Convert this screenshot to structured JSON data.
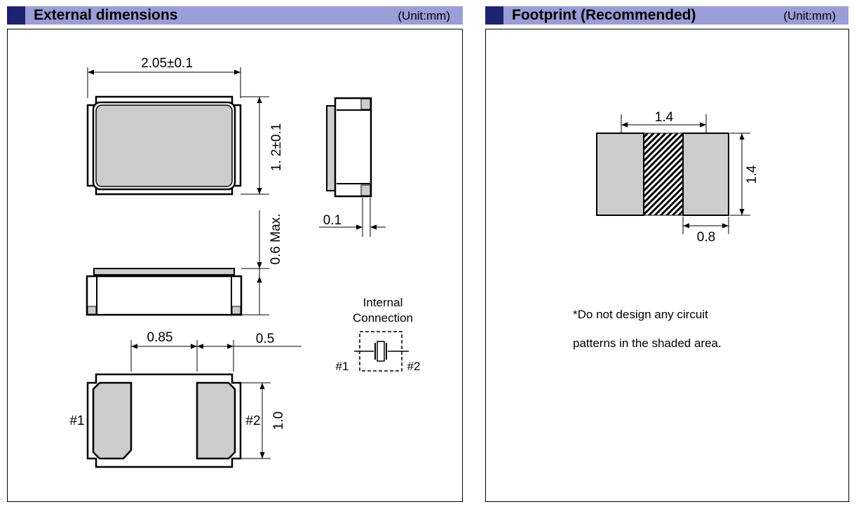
{
  "left": {
    "title": "External dimensions",
    "unit": "(Unit:mm)",
    "dims": {
      "length": "2.05±0.1",
      "width": "1. 2±0.1",
      "height": "0.6 Max.",
      "side_gap": "0.1",
      "pad_pitch": "0.85",
      "pad_width": "0.5",
      "pad_length": "1.0"
    },
    "pins": {
      "p1": "#1",
      "p2": "#2"
    },
    "internal": {
      "line1": "Internal",
      "line2": "Connection",
      "p1": "#1",
      "p2": "#2"
    }
  },
  "right": {
    "title": "Footprint (Recommended)",
    "unit": "(Unit:mm)",
    "dims": {
      "span": "1.4",
      "height": "1.4",
      "pad_width": "0.8"
    },
    "note_line1": "*Do not design any circuit",
    "note_line2": "patterns in the shaded area."
  },
  "colors": {
    "header_bg": "#9a9dd6",
    "header_marker": "#1e2370",
    "pad_gray": "#cccccc"
  }
}
